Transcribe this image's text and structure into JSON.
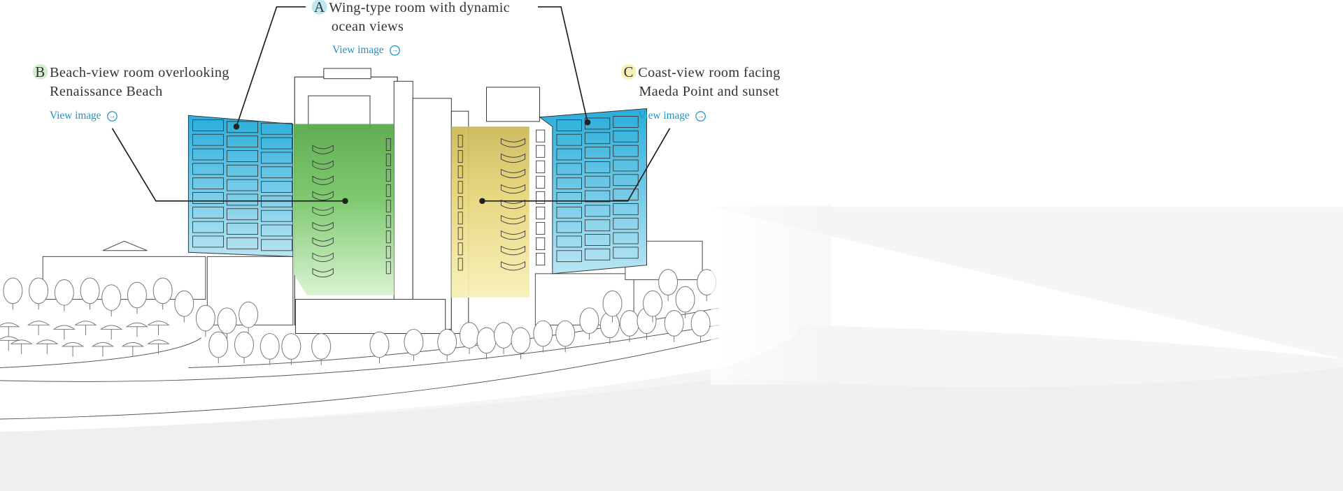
{
  "rooms": [
    {
      "letter": "A",
      "title_line1": "Wing-type room with dynamic",
      "title_line2": "ocean views",
      "link": "View image",
      "badge_color": "#bfe6f3"
    },
    {
      "letter": "B",
      "title_line1": "Beach-view room overlooking",
      "title_line2": "Renaissance Beach",
      "link": "View image",
      "badge_color": "#d3efcf"
    },
    {
      "letter": "C",
      "title_line1": "Coast-view room facing",
      "title_line2": "Maeda Point and sunset",
      "link": "View image",
      "badge_color": "#f7efb8"
    }
  ],
  "colors": {
    "wing_blue": "#29aedb",
    "beach_green": "#5aa84a",
    "coast_yellow": "#cbb95a",
    "link": "#1c93c4"
  }
}
